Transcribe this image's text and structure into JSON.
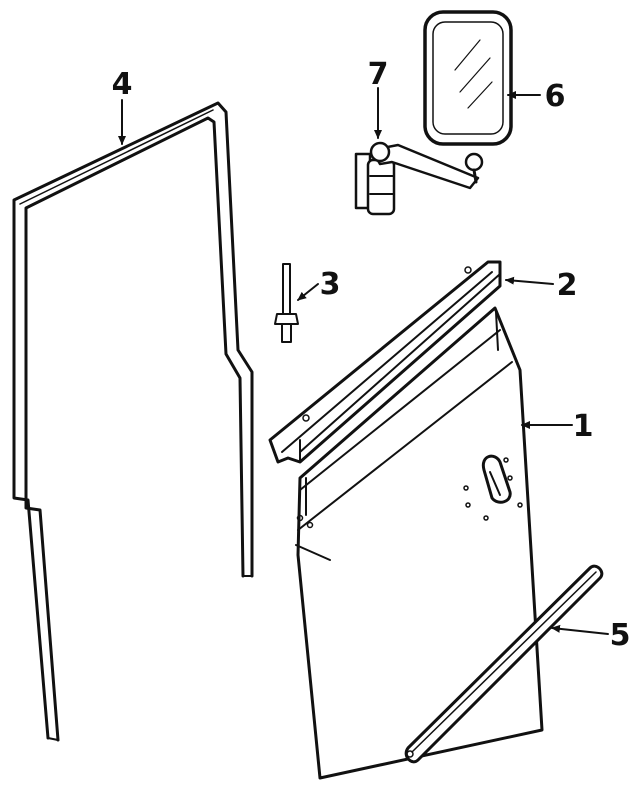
{
  "diagram": {
    "callouts": [
      {
        "id": "1",
        "text": "1"
      },
      {
        "id": "2",
        "text": "2"
      },
      {
        "id": "3",
        "text": "3"
      },
      {
        "id": "4",
        "text": "4"
      },
      {
        "id": "5",
        "text": "5"
      },
      {
        "id": "6",
        "text": "6"
      },
      {
        "id": "7",
        "text": "7"
      }
    ],
    "colors": {
      "ink": "#111111",
      "background": "#ffffff"
    }
  }
}
